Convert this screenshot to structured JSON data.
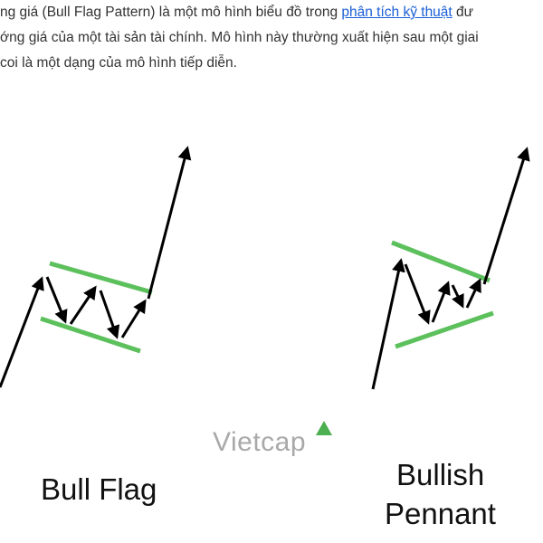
{
  "article": {
    "line1": {
      "before": "ng giá (Bull Flag Pattern) là một mô hình biểu đồ trong ",
      "link": "phân tích kỹ thuật",
      "after": " đư"
    },
    "line2": "ớng giá của một tài sản tài chính. Mô hình này thường xuất hiện sau một giai",
    "line3": "coi là một dạng của mô hình tiếp diễn."
  },
  "figure": {
    "bull_flag_label": "Bull Flag",
    "bullish_pennant_label_1": "Bullish",
    "bullish_pennant_label_2": "Pennant",
    "watermark": "Vietcap",
    "colors": {
      "flag_lines": "#5cc05c",
      "arrows": "#000000",
      "watermark_text": "#a9a9a9",
      "watermark_mark": "#4caf50",
      "link": "#1a5fd6"
    }
  }
}
